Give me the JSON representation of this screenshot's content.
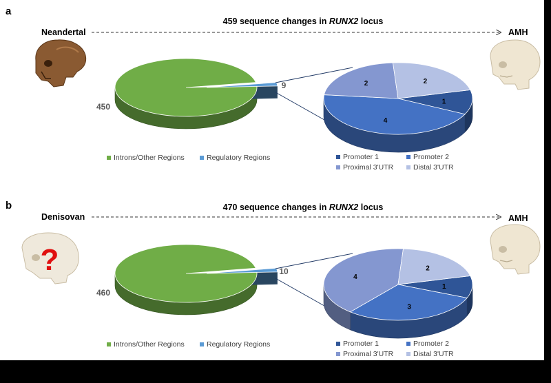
{
  "panels": [
    {
      "letter": "a",
      "title_prefix": "459 sequence changes in ",
      "title_gene": "RUNX2",
      "title_suffix": " locus",
      "species_left": "Neandertal",
      "species_right": "AMH",
      "main_total_label": "450",
      "regulatory_label": "9",
      "legend_main": [
        "Introns/Other Regions",
        "Regulatory Regions"
      ],
      "legend_sub": [
        "Promoter 1",
        "Promoter 2",
        "Proximal 3'UTR",
        "Distal 3'UTR"
      ]
    },
    {
      "letter": "b",
      "title_prefix": "470 sequence changes in ",
      "title_gene": "RUNX2",
      "title_suffix": " locus",
      "species_left": "Denisovan",
      "species_right": "AMH",
      "main_total_label": "460",
      "regulatory_label": "10",
      "legend_main": [
        "Introns/Other Regions",
        "Regulatory Regions"
      ],
      "legend_sub": [
        "Promoter 1",
        "Promoter 2",
        "Proximal 3'UTR",
        "Distal 3'UTR"
      ]
    }
  ],
  "colors": {
    "introns": "#70ad47",
    "regulatory": "#5b9bd5",
    "promoter1": "#2f5597",
    "promoter2": "#4472c4",
    "proximal3utr": "#8497d0",
    "distal3utr": "#b4c1e4"
  },
  "chart_data": [
    {
      "type": "pie",
      "panel": "a",
      "title": "459 sequence changes in RUNX2 locus",
      "categories": [
        "Introns/Other Regions",
        "Regulatory Regions"
      ],
      "values": [
        450,
        9
      ]
    },
    {
      "type": "pie",
      "panel": "a",
      "categories": [
        "Promoter 1",
        "Promoter 2",
        "Proximal 3'UTR",
        "Distal 3'UTR"
      ],
      "values": [
        1,
        4,
        2,
        2
      ]
    },
    {
      "type": "pie",
      "panel": "b",
      "title": "470 sequence changes in RUNX2 locus",
      "categories": [
        "Introns/Other Regions",
        "Regulatory Regions"
      ],
      "values": [
        460,
        10
      ]
    },
    {
      "type": "pie",
      "panel": "b",
      "categories": [
        "Promoter 1",
        "Promoter 2",
        "Proximal 3'UTR",
        "Distal 3'UTR"
      ],
      "values": [
        1,
        3,
        4,
        2
      ]
    }
  ]
}
